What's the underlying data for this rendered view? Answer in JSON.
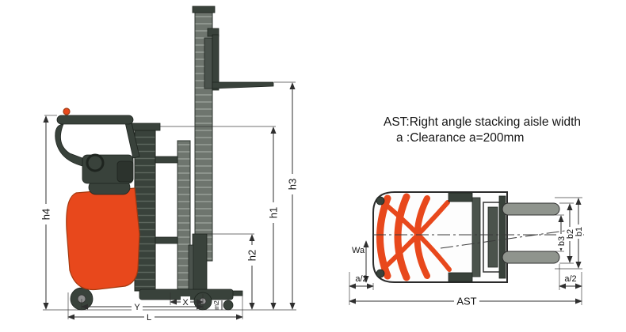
{
  "annotation": {
    "line1": "AST:Right angle stacking aisle width",
    "line2_label": "a :Clearance",
    "line2_value": "a=200mm"
  },
  "side_view": {
    "dims": {
      "h1": "h1",
      "h2": "h2",
      "h3": "h3",
      "h4": "h4",
      "m2": "m2",
      "x": "X",
      "y": "Y",
      "l": "L"
    }
  },
  "top_view": {
    "dims": {
      "wa": "Wa",
      "a2_left": "a/2",
      "a2_right": "a/2",
      "ast": "AST",
      "b1": "b1",
      "b2": "b2",
      "b3": "b3"
    }
  },
  "colors": {
    "body": "#e8481c",
    "frame": "#39423b",
    "steel": "#8f948d",
    "line": "#2f2f2f",
    "ink": "#141414"
  }
}
